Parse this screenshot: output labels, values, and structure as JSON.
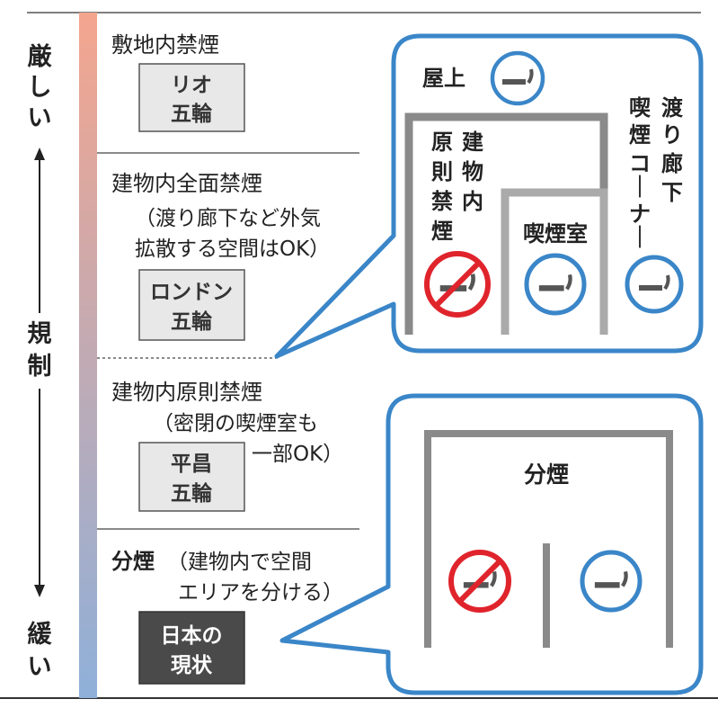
{
  "axis": {
    "top_label": [
      "厳",
      "し",
      "い"
    ],
    "middle_label": [
      "規",
      "制"
    ],
    "bottom_label": [
      "緩",
      "い"
    ]
  },
  "levels": [
    {
      "title": "敷地内禁煙",
      "note": [],
      "badge": [
        "リオ",
        "五輪"
      ]
    },
    {
      "title": "建物内全面禁煙",
      "note": [
        "（渡り廊下など外気",
        "拡散する空間はOK）"
      ],
      "badge": [
        "ロンドン",
        "五輪"
      ]
    },
    {
      "title": "建物内原則禁煙",
      "note": [
        "（密閉の喫煙室も",
        "一部OK）"
      ],
      "badge": [
        "平昌",
        "五輪"
      ]
    },
    {
      "title": "分煙",
      "note": [
        "（建物内で空間",
        "エリアを分ける）"
      ],
      "badge": [
        "日本の",
        "現状"
      ]
    }
  ],
  "top_callout": {
    "rooftop": "屋上",
    "building": [
      "建物内",
      "原則禁煙"
    ],
    "smoking_room": "喫煙室",
    "corridor": [
      "渡り廊下",
      "喫煙コーナー"
    ]
  },
  "bottom_callout": {
    "title": "分煙"
  },
  "colors": {
    "blue": "#3a86c8",
    "red": "#e0242c",
    "gray_wall": "#8a8a8a",
    "badge_fill": "#e8e8e8",
    "badge_dark": "#4a4a4a"
  },
  "icons": {
    "allowed": "smoking-allowed-icon",
    "prohibited": "no-smoking-icon"
  }
}
